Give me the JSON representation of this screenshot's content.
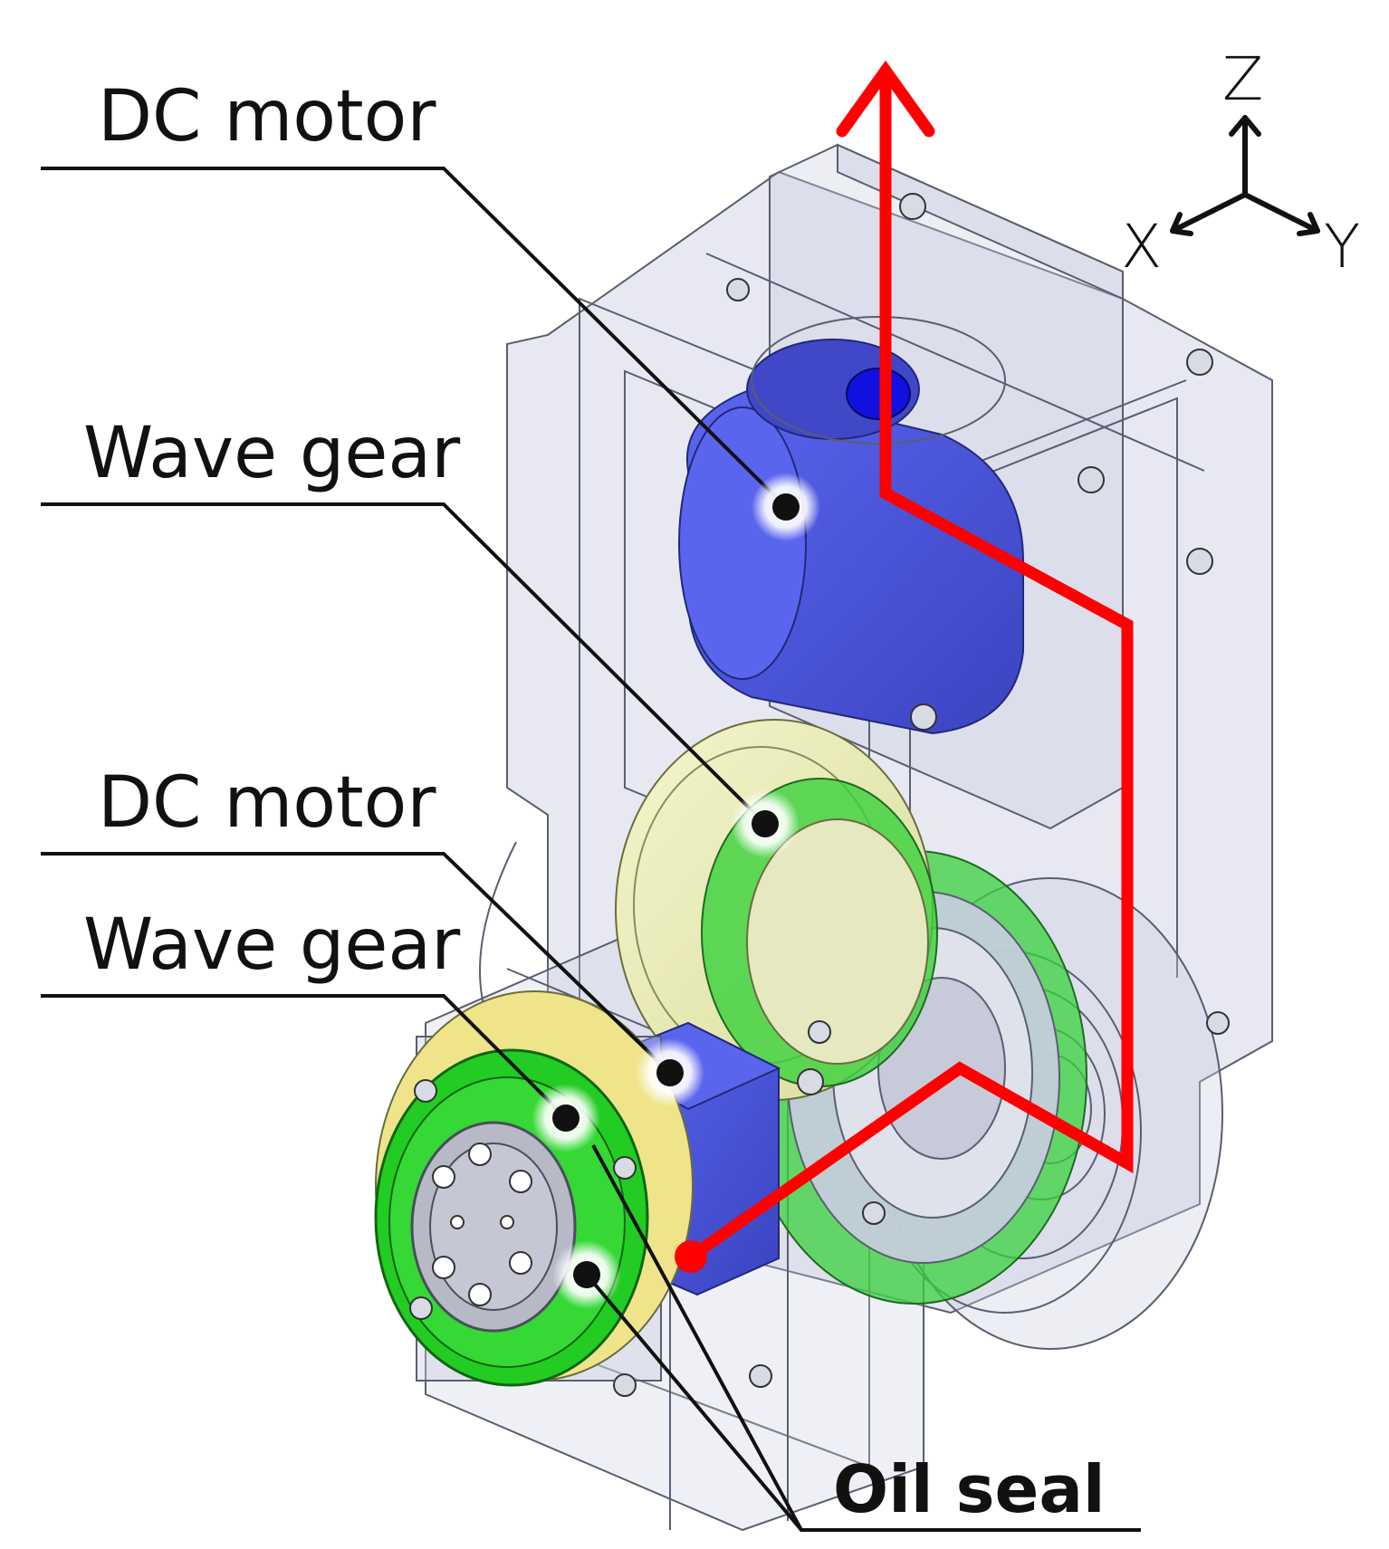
{
  "labels": {
    "dc_motor_top": "DC motor",
    "wave_gear_top": "Wave gear",
    "dc_motor_bottom": "DC motor",
    "wave_gear_bottom": "Wave gear",
    "oil_seal": "Oil seal"
  },
  "axes": {
    "z": "Z",
    "x": "X",
    "y": "Y"
  },
  "colors": {
    "housing": "#c9cde0",
    "housing_edge": "#5a5e70",
    "dc_motor": "#4a55d8",
    "wave_gear": "#eef0b8",
    "wave_gear_green": "#39d13c",
    "power_path": "#ff0000",
    "leader_line": "#111111"
  }
}
